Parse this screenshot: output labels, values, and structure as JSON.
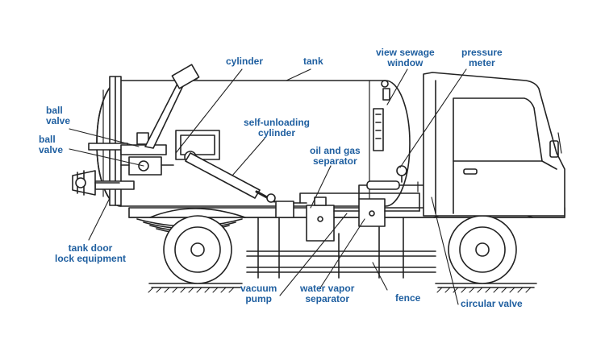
{
  "labels": {
    "cylinder": "cylinder",
    "tank": "tank",
    "view_sewage_window": "view sewage\nwindow",
    "pressure_meter": "pressure\nmeter",
    "ball_valve_1": "ball\nvalve",
    "ball_valve_2": "ball\nvalve",
    "self_unloading_cylinder": "self-unloading\ncylinder",
    "oil_gas_separator": "oil and gas\nseparator",
    "tank_door_lock": "tank door\nlock equipment",
    "vacuum_pump": "vacuum\npump",
    "water_vapor_separator": "water vapor\nseparator",
    "fence": "fence",
    "circular_valve": "circular valve"
  },
  "colors": {
    "label": "#1f5fa0",
    "line": "#222222"
  }
}
